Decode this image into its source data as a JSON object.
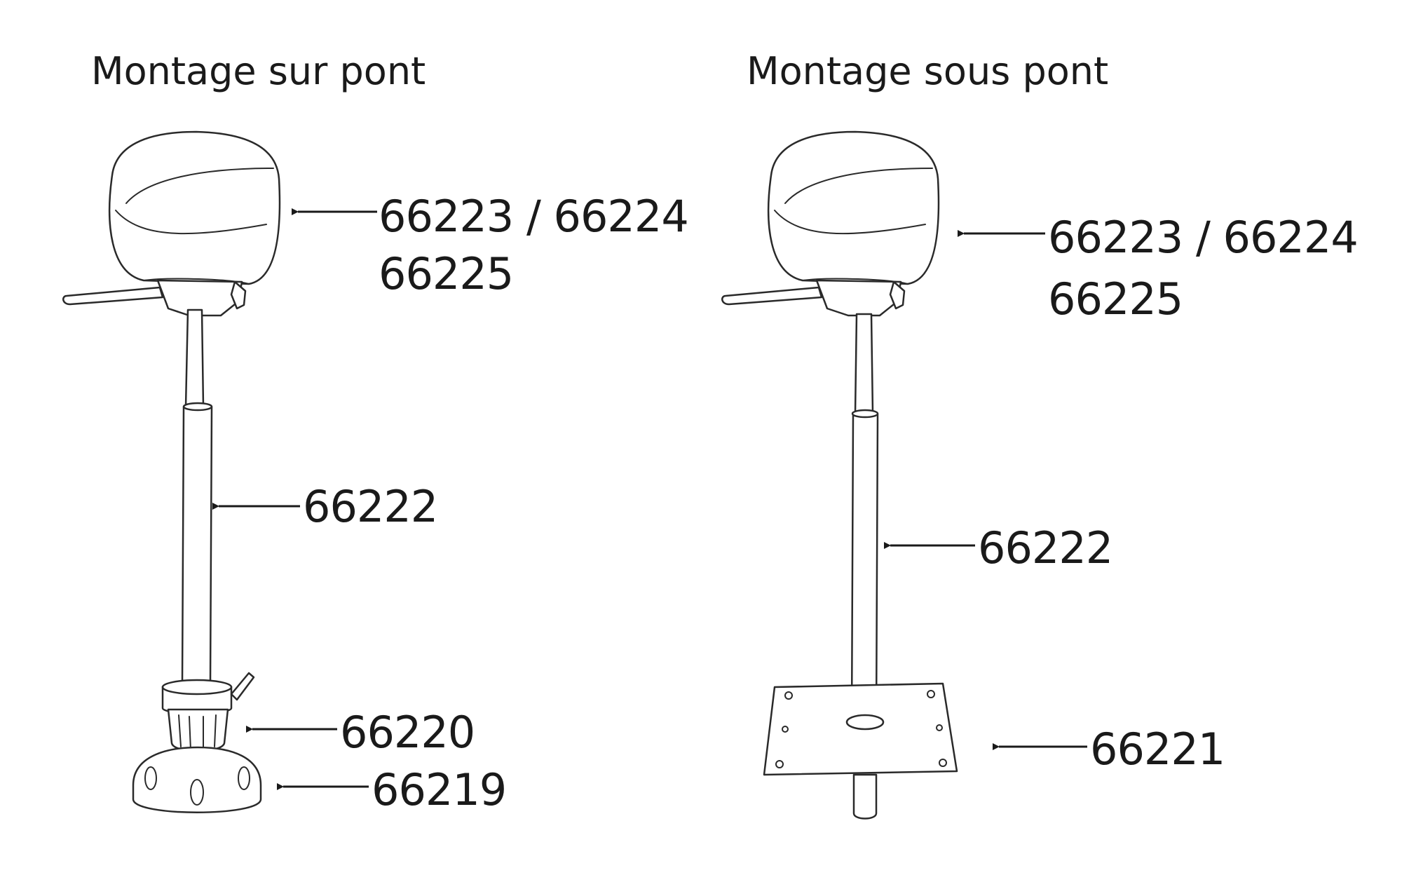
{
  "left_panel": {
    "title": "Montage sur pont",
    "labels": {
      "seat_line1": "66223 / 66224",
      "seat_line2": "66225",
      "post": "66222",
      "adapter": "66220",
      "base": "66219"
    }
  },
  "right_panel": {
    "title": "Montage sous pont",
    "labels": {
      "seat_line1": "66223 / 66224",
      "seat_line2": "66225",
      "post": "66222",
      "plate": "66221"
    }
  }
}
